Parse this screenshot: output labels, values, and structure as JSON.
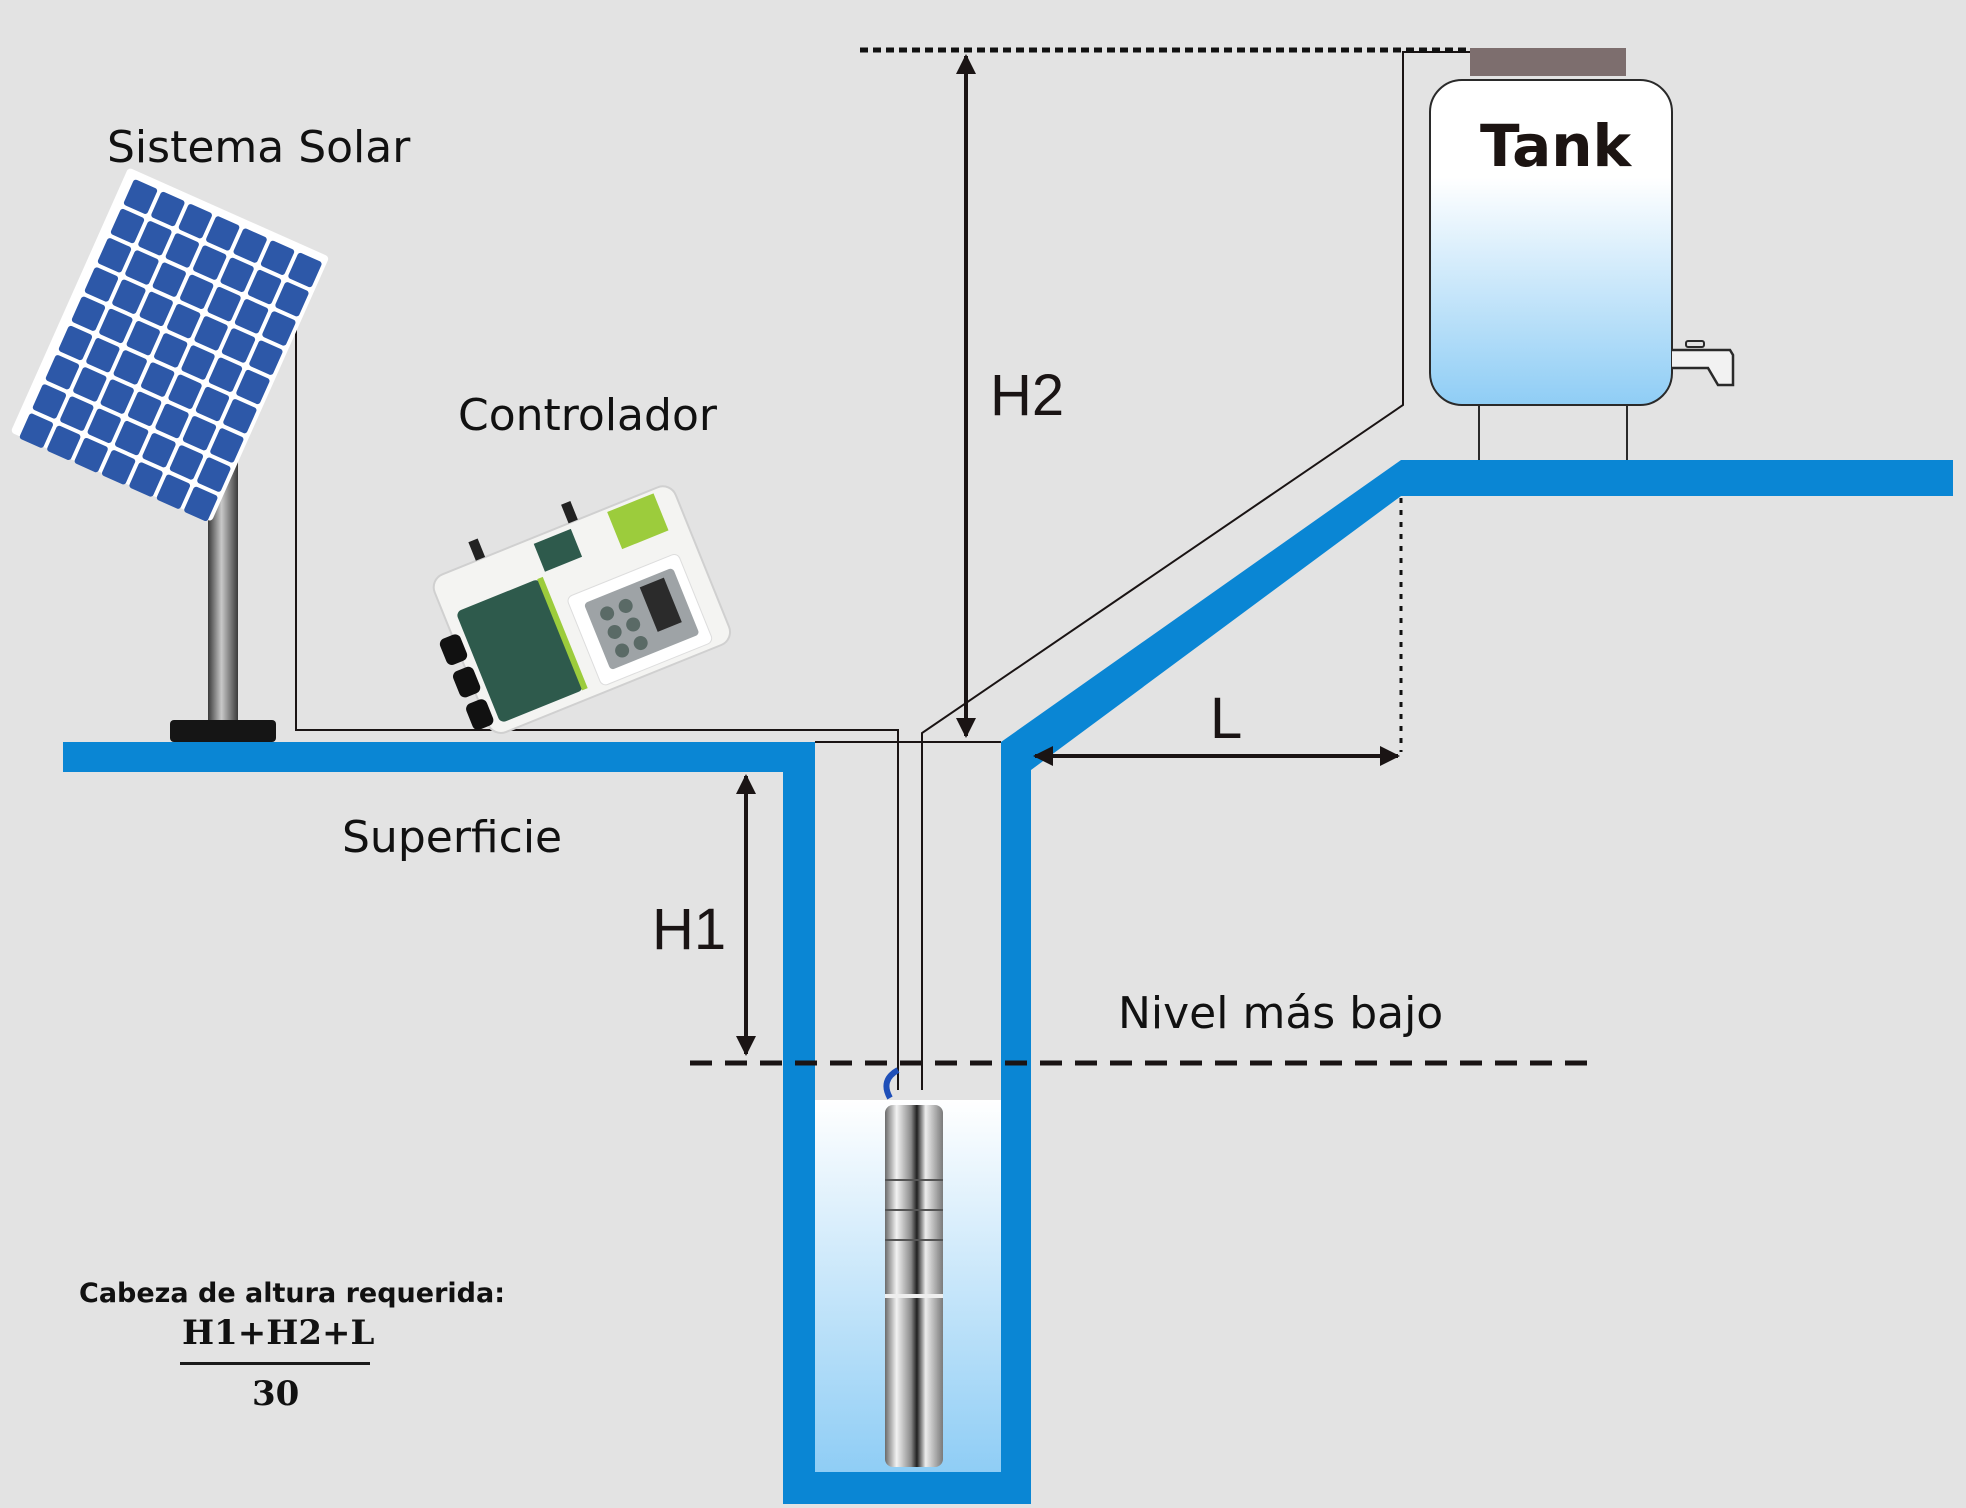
{
  "title": "Solar water pumping system — required head diagram",
  "labels": {
    "solar_system": "Sistema Solar",
    "controller": "Controlador",
    "surface": "Superficie",
    "lowest_level": "Nivel más bajo",
    "tank": "Tank"
  },
  "dimensions": {
    "h1": "H1",
    "h2": "H2",
    "l": "L"
  },
  "formula": {
    "caption": "Cabeza de altura requerida:",
    "numerator": "H1+H2+L",
    "denominator": "30"
  },
  "colors": {
    "background": "#e3e3e3",
    "ground": "#0a86d4",
    "water_top": "#ffffff",
    "water_bottom": "#8fcdf5",
    "line": "#1a1414",
    "solar_cell": "#2d58a8",
    "pole": "#555555",
    "tank_lid": "#7d6e6e"
  }
}
